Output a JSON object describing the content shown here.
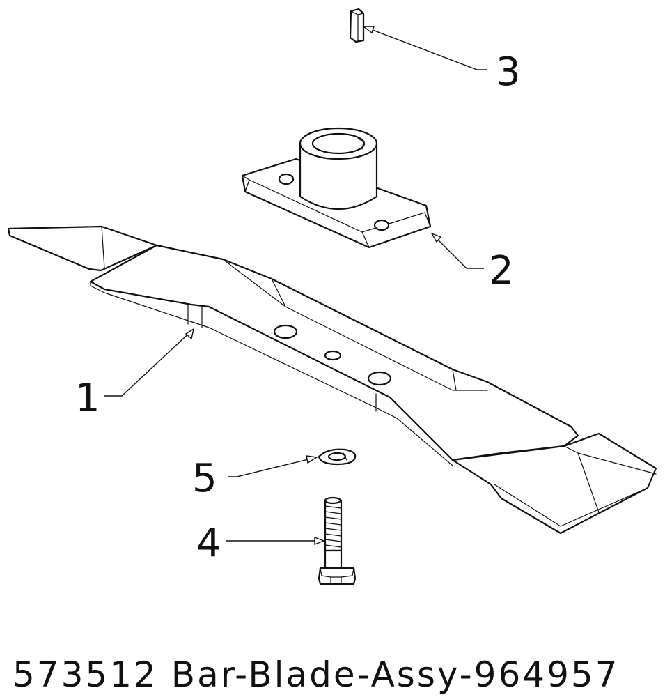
{
  "callouts": {
    "part_1": "1",
    "part_2": "2",
    "part_3": "3",
    "part_4": "4",
    "part_5": "5"
  },
  "caption": "573512 Bar-Blade-Assy-964957",
  "colors": {
    "line": "#111111",
    "background": "#ffffff"
  }
}
